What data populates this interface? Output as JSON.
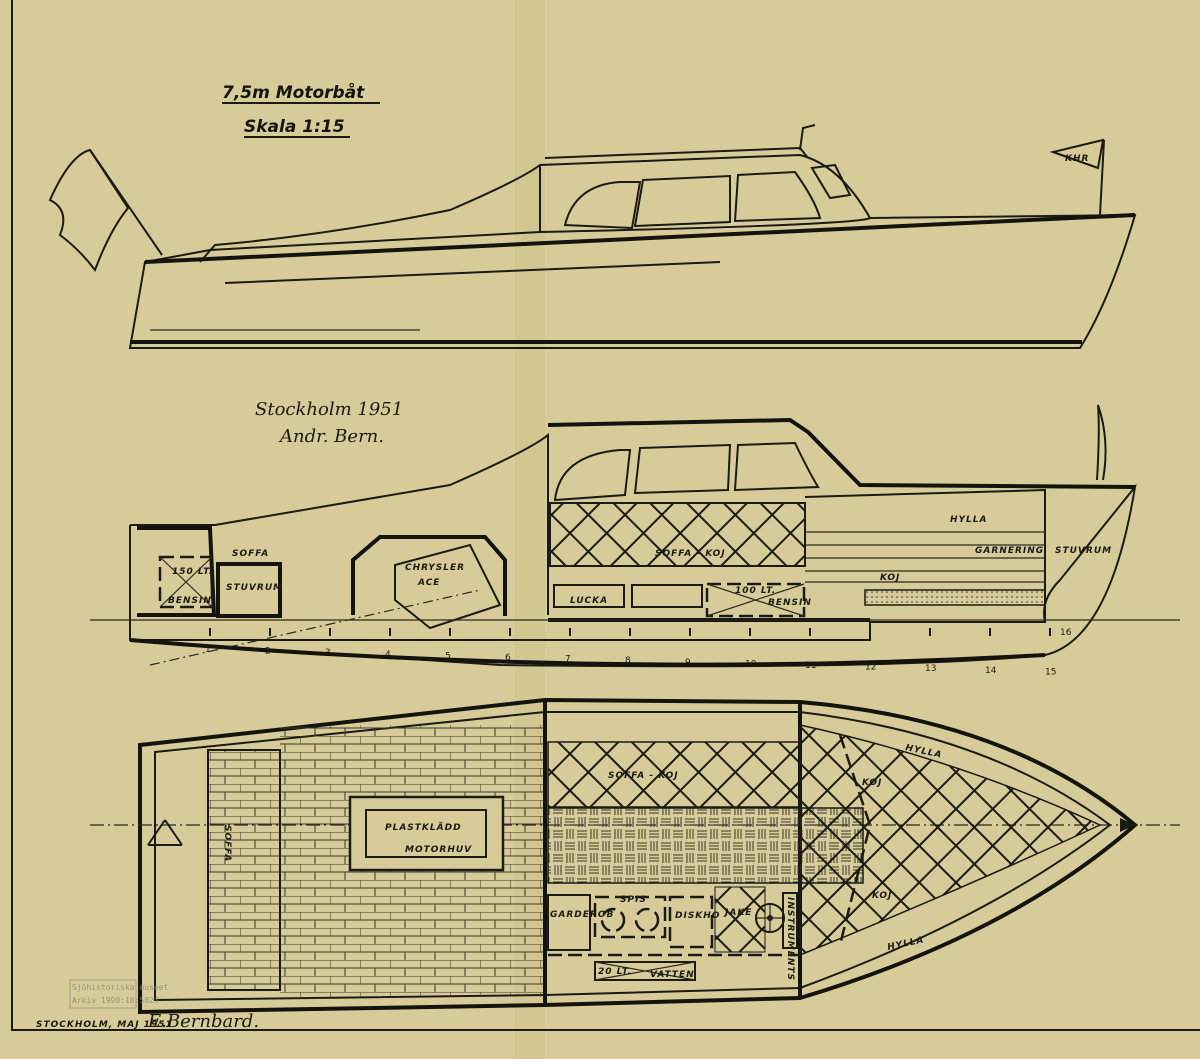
{
  "title": "7,5m Motorbåt",
  "scale": "Skala 1:15",
  "flag_label": "KHR",
  "signature": {
    "line1": "Stockholm 1951",
    "line2": "Andr. Bern."
  },
  "footer": {
    "place_date": "STOCKHOLM, MAJ 1951",
    "signer": "E.Bernbard."
  },
  "stamp": {
    "line1": "Sjöhistoriska museet",
    "line2": "Arkiv 1990:10:5823"
  },
  "section_labels": {
    "tank_qty": "150 LT.",
    "tank_fuel": "BENSIN",
    "soffa": "SOFFA",
    "stuvrum": "STUVRUM",
    "engine1": "CHRYSLER",
    "engine2": "ACE",
    "sofa_koj": "SOFFA - KOJ",
    "lucka": "LUCKA",
    "tank2_qty": "100 LT.",
    "tank2_fuel": "BENSIN",
    "hylla": "HYLLA",
    "garnering": "GARNERING",
    "koj": "KOJ",
    "stuvrum_bow": "STUVRUM"
  },
  "plan_labels": {
    "soffa": "SOFFA",
    "hood1": "PLASTKLÄDD",
    "hood2": "MOTORHUV",
    "sofa_koj": "SOFFA - KOJ",
    "spis": "SPIS",
    "garderob": "GARDEROB",
    "diskho": "DISKHO",
    "jake": "JAKE",
    "instrument": "INSTRUMENTS",
    "vatten_qty": "20 LT.",
    "vatten": "VATTEN",
    "hylla_top": "HYLLA",
    "hylla_bottom": "HYLLA",
    "koj_top": "KOJ",
    "koj_bottom": "KOJ"
  },
  "stations": [
    "1",
    "2",
    "3",
    "4",
    "5",
    "6",
    "7",
    "8",
    "9",
    "10",
    "11",
    "12",
    "13",
    "14",
    "15",
    "16"
  ],
  "colors": {
    "paper": "#d7cc99",
    "ink": "#1b1a14"
  }
}
